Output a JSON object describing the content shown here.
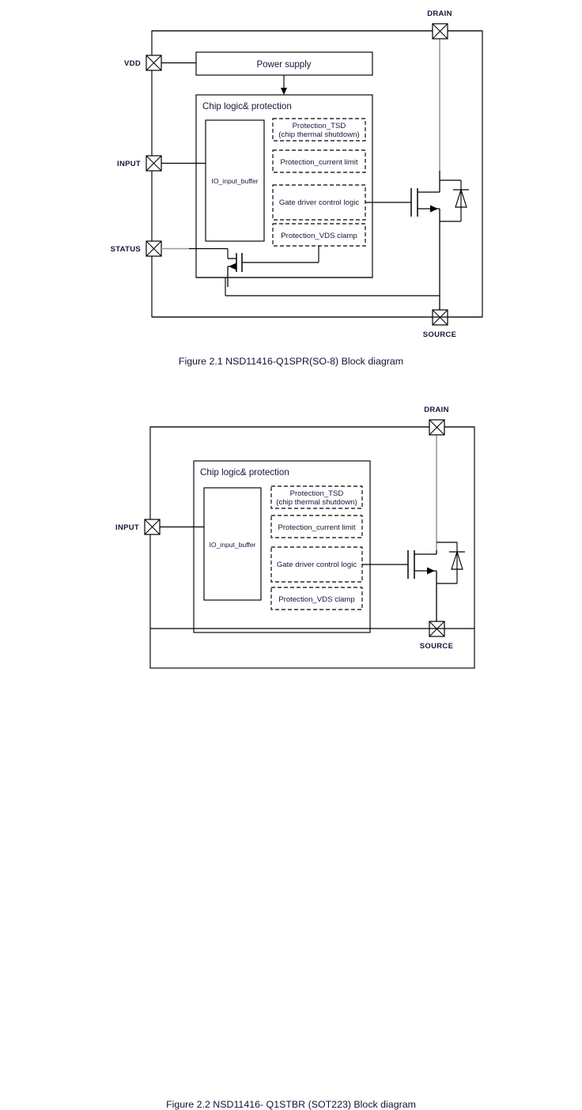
{
  "document": {
    "title": "NSD11416 Block Diagrams"
  },
  "figures": [
    {
      "id": "figure-1",
      "caption": "Figure 2.1 NSD11416-Q1SPR(SO-8) Block diagram",
      "pins": [
        {
          "name": "VDD",
          "label": "VDD"
        },
        {
          "name": "INPUT",
          "label": "INPUT"
        },
        {
          "name": "STATUS",
          "label": "STATUS"
        },
        {
          "name": "DRAIN",
          "label": "DRAIN"
        },
        {
          "name": "SOURCE",
          "label": "SOURCE"
        }
      ],
      "blocks": {
        "power_supply": "Power supply",
        "chip_logic": "Chip logic& protection",
        "io_buffer": "IO_input_buffer",
        "protection_tsd_line1": "Protection_TSD",
        "protection_tsd_line2": "(chip thermal shutdown)",
        "protection_current_limit": "Protection_current limit",
        "gate_driver": "Gate driver control logic",
        "protection_vds": "Protection_VDS clamp"
      }
    },
    {
      "id": "figure-2",
      "caption": "Figure 2.2 NSD11416- Q1STBR (SOT223) Block diagram",
      "pins": [
        {
          "name": "INPUT",
          "label": "INPUT"
        },
        {
          "name": "DRAIN",
          "label": "DRAIN"
        },
        {
          "name": "SOURCE",
          "label": "SOURCE"
        }
      ],
      "blocks": {
        "chip_logic": "Chip logic& protection",
        "io_buffer": "IO_input_buffer",
        "protection_tsd_line1": "Protection_TSD",
        "protection_tsd_line2": "(chip thermal shutdown)",
        "protection_current_limit": "Protection_current limit",
        "gate_driver": "Gate driver control logic",
        "protection_vds": "Protection_VDS clamp"
      }
    }
  ],
  "colors": {
    "line": "#000000",
    "line_gray": "#9a9a9a",
    "text": "#16163a",
    "background": "#ffffff"
  }
}
